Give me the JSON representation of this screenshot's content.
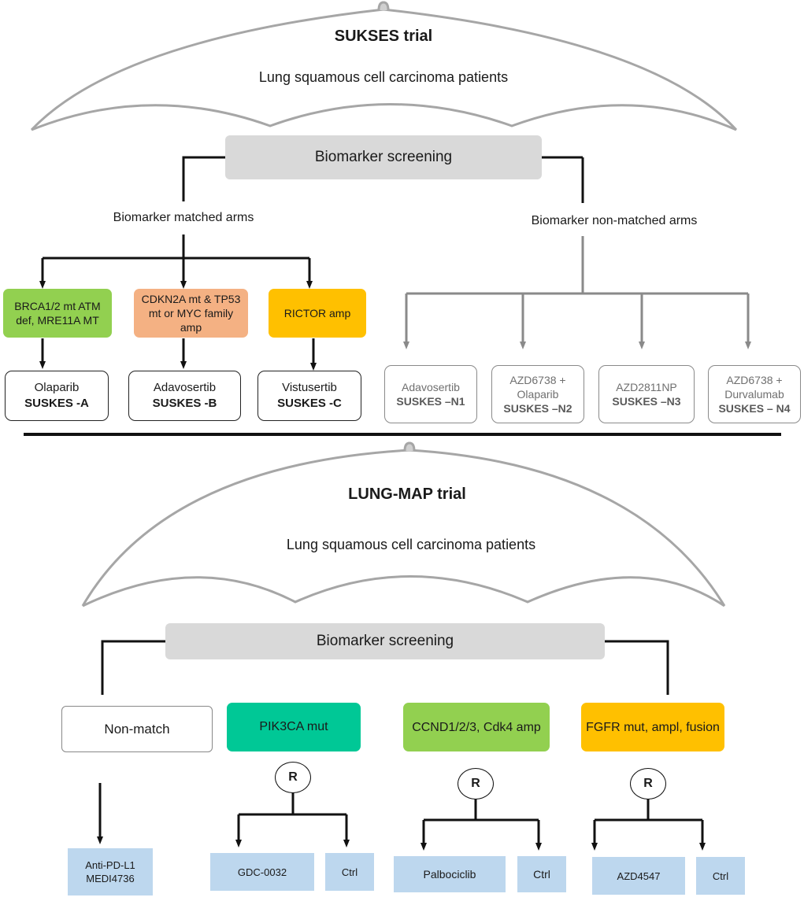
{
  "sukses": {
    "title": "SUKSES trial",
    "subtitle": "Lung squamous cell carcinoma patients",
    "screening": "Biomarker screening",
    "matched_label": "Biomarker matched arms",
    "nonmatched_label": "Biomarker non-matched arms",
    "matched_arms": [
      {
        "condition": "BRCA1/2 mt ATM def, MRE11A MT",
        "drug": "Olaparib",
        "arm": "SUSKES -A",
        "color": "#92d050"
      },
      {
        "condition": "CDKN2A mt & TP53 mt or MYC family amp",
        "drug": "Adavosertib",
        "arm": "SUSKES -B",
        "color": "#f4b183"
      },
      {
        "condition": "RICTOR amp",
        "drug": "Vistusertib",
        "arm": "SUSKES -C",
        "color": "#ffc000"
      }
    ],
    "nonmatched_arms": [
      {
        "drug": "Adavosertib",
        "arm": "SUSKES –N1"
      },
      {
        "drug": "AZD6738 + Olaparib",
        "arm": "SUSKES –N2"
      },
      {
        "drug": "AZD2811NP",
        "arm": "SUSKES –N3"
      },
      {
        "drug": "AZD6738 + Durvalumab",
        "arm": "SUSKES – N4"
      }
    ]
  },
  "lungmap": {
    "title": "LUNG-MAP trial",
    "subtitle": "Lung squamous cell carcinoma patients",
    "screening": "Biomarker screening",
    "random_symbol": "R",
    "nonmatch": {
      "label": "Non-match",
      "drug": "Anti-PD-L1 MEDI4736"
    },
    "sub_studies": [
      {
        "label": "PIK3CA mut",
        "color": "#00c896",
        "drug": "GDC-0032",
        "control": "Ctrl"
      },
      {
        "label": "CCND1/2/3, Cdk4 amp",
        "color": "#92d050",
        "drug": "Palbociclib",
        "control": "Ctrl"
      },
      {
        "label": "FGFR mut, ampl, fusion",
        "color": "#ffc000",
        "drug": "AZD4547",
        "control": "Ctrl"
      }
    ]
  },
  "colors": {
    "screening_bg": "#d9d9d9",
    "treatment_bg": "#bdd7ee",
    "umbrella": "#a6a6a6"
  }
}
